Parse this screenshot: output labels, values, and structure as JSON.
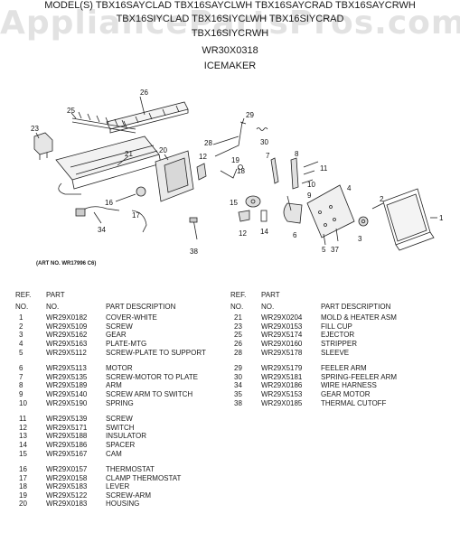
{
  "header": {
    "models_line1": "MODEL(S) TBX16SAYCLAD TBX16SAYCLWH TBX16SAYCRAD TBX16SAYCRWH",
    "models_line2": "TBX16SIYCLAD TBX16SIYCLWH TBX16SIYCRAD",
    "models_line3": "TBX16SIYCRWH",
    "part_number": "WR30X0318",
    "title": "ICEMAKER"
  },
  "watermark": "AppliancePartsPros.com",
  "art_number": "(ART NO. WR17996 C6)",
  "table_headers": {
    "ref_line1": "REF.",
    "ref_line2": "NO.",
    "part_line1": "PART",
    "part_line2": "NO.",
    "description": "PART DESCRIPTION"
  },
  "parts_left": [
    {
      "ref": "1",
      "part": "WR29X0182",
      "desc": "COVER-WHITE"
    },
    {
      "ref": "2",
      "part": "WR29X5109",
      "desc": "SCREW"
    },
    {
      "ref": "3",
      "part": "WR29X5162",
      "desc": "GEAR"
    },
    {
      "ref": "4",
      "part": "WR29X5163",
      "desc": "PLATE-MTG"
    },
    {
      "ref": "5",
      "part": "WR29X5112",
      "desc": "SCREW-PLATE TO SUPPORT"
    },
    {
      "ref": "6",
      "part": "WR29X5113",
      "desc": "MOTOR"
    },
    {
      "ref": "7",
      "part": "WR29X5135",
      "desc": "SCREW-MOTOR TO PLATE"
    },
    {
      "ref": "8",
      "part": "WR29X5189",
      "desc": "ARM"
    },
    {
      "ref": "9",
      "part": "WR29X5140",
      "desc": "SCREW ARM TO SWITCH"
    },
    {
      "ref": "10",
      "part": "WR29X5190",
      "desc": "SPRING"
    },
    {
      "ref": "11",
      "part": "WR29X5139",
      "desc": "SCREW"
    },
    {
      "ref": "12",
      "part": "WR29X5171",
      "desc": "SWITCH"
    },
    {
      "ref": "13",
      "part": "WR29X5188",
      "desc": "INSULATOR"
    },
    {
      "ref": "14",
      "part": "WR29X5186",
      "desc": "SPACER"
    },
    {
      "ref": "15",
      "part": "WR29X5167",
      "desc": "CAM"
    },
    {
      "ref": "16",
      "part": "WR29X0157",
      "desc": "THERMOSTAT"
    },
    {
      "ref": "17",
      "part": "WR29X0158",
      "desc": "CLAMP THERMOSTAT"
    },
    {
      "ref": "18",
      "part": "WR29X5183",
      "desc": "LEVER"
    },
    {
      "ref": "19",
      "part": "WR29X5122",
      "desc": "SCREW-ARM"
    },
    {
      "ref": "20",
      "part": "WR29X0183",
      "desc": "HOUSING"
    }
  ],
  "parts_right": [
    {
      "ref": "21",
      "part": "WR29X0204",
      "desc": "MOLD & HEATER ASM"
    },
    {
      "ref": "23",
      "part": "WR29X0153",
      "desc": "FILL CUP"
    },
    {
      "ref": "25",
      "part": "WR29X5174",
      "desc": "EJECTOR"
    },
    {
      "ref": "26",
      "part": "WR29X0160",
      "desc": "STRIPPER"
    },
    {
      "ref": "28",
      "part": "WR29X5178",
      "desc": "SLEEVE"
    },
    {
      "ref": "29",
      "part": "WR29X5179",
      "desc": "FEELER ARM"
    },
    {
      "ref": "30",
      "part": "WR29X5181",
      "desc": "SPRING-FEELER ARM"
    },
    {
      "ref": "34",
      "part": "WR29X0186",
      "desc": "WIRE HARNESS"
    },
    {
      "ref": "35",
      "part": "WR29X5153",
      "desc": "GEAR MOTOR"
    },
    {
      "ref": "38",
      "part": "WR29X0185",
      "desc": "THERMAL CUTOFF"
    }
  ],
  "callouts": {
    "c1": "1",
    "c2": "2",
    "c3": "3",
    "c4": "4",
    "c5": "5",
    "c6": "6",
    "c7": "7",
    "c8": "8",
    "c9": "9",
    "c10": "10",
    "c11": "11",
    "c12a": "12",
    "c12b": "12",
    "c14": "14",
    "c15": "15",
    "c16": "16",
    "c17": "17",
    "c18": "18",
    "c19": "19",
    "c20": "20",
    "c21": "21",
    "c23": "23",
    "c25": "25",
    "c26": "26",
    "c28": "28",
    "c29": "29",
    "c30": "30",
    "c34": "34",
    "c37": "37",
    "c38": "38"
  }
}
